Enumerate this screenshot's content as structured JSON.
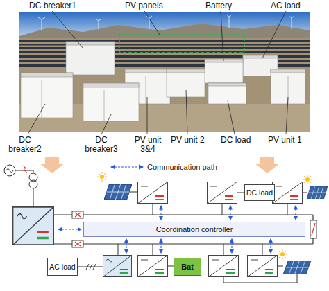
{
  "diagram": {
    "nodes": [
      {
        "text": [
          "DC load"
        ]
      },
      {
        "text": [
          "Coordination controller"
        ]
      },
      {
        "text": [
          "AC load"
        ]
      },
      {
        "text": [
          "Bat"
        ]
      }
    ],
    "labels": [
      "DC breaker1",
      "PV panels",
      "Battery",
      "AC load",
      "DC breaker2",
      "DC breaker3",
      "PV unit 3&4",
      "PV unit 2",
      "DC load",
      "PV unit 1"
    ],
    "legend": [
      {
        "text": "Communication path"
      }
    ]
  }
}
